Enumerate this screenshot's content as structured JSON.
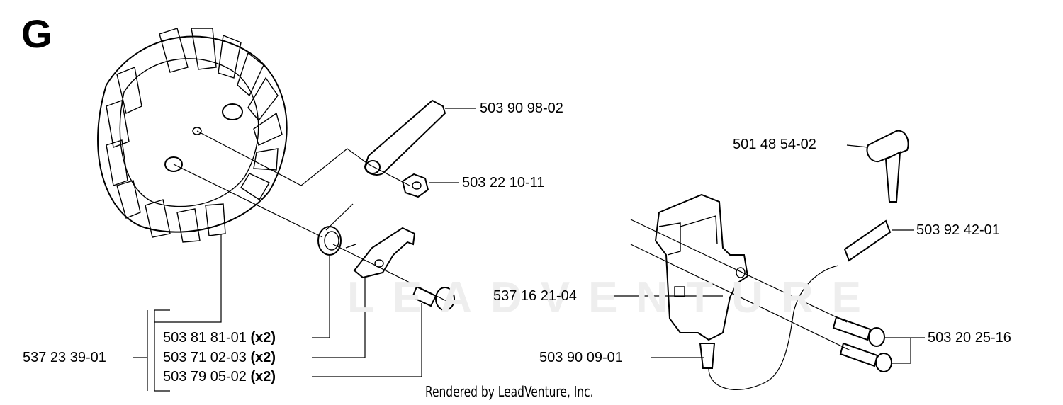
{
  "section": "G",
  "footer": "Rendered by LeadVenture, Inc.",
  "watermark": "LEADVENTURE",
  "parts": {
    "flywheel": "537 23 39-01",
    "pawl_spring": "503 81 81-01",
    "pawl": "503 71 02-03",
    "pawl_screw": "503 79 05-02",
    "qty_x2": "(x2)",
    "key_arm": "503 90 98-02",
    "nut": "503 22 10-11",
    "plug_cap": "501 48 54-02",
    "spring": "503 92 42-01",
    "ignition_module": "537 16 21-04",
    "screws": "503 20 25-16",
    "lead": "503 90 09-01"
  }
}
